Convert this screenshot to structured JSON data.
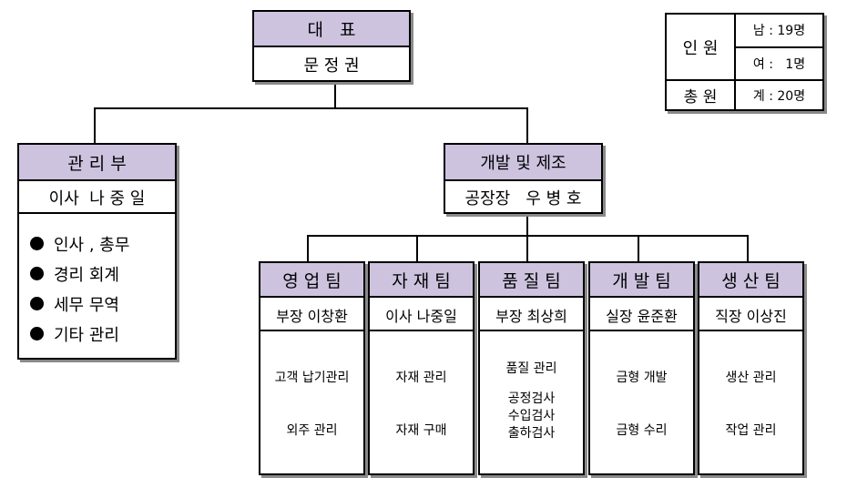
{
  "ceo": {
    "title": "대   표",
    "name": "문 정 권"
  },
  "admin": {
    "title": "관 리 부",
    "name": "이사  나 중 일",
    "duties": [
      "인사 , 총무",
      "경리 회계",
      "세무 무역",
      "기타 관리"
    ]
  },
  "dev": {
    "title": "개발 및 제조",
    "name": "공장장   우 병 호"
  },
  "teams": [
    {
      "title": "영 업 팀",
      "head": "부장 이창환",
      "duties": [
        "고객 납기관리",
        "외주 관리"
      ]
    },
    {
      "title": "자 재 팀",
      "head": "이사 나중일",
      "duties": [
        "자재 관리",
        "자재 구매"
      ]
    },
    {
      "title": "품 질 팀",
      "head": "부장 최상희",
      "duties": [
        "품질 관리",
        "공정검사",
        "수입검사",
        "출하검사"
      ]
    },
    {
      "title": "개 발 팀",
      "head": "실장 윤준환",
      "duties": [
        "금형 개발",
        "금형 수리"
      ]
    },
    {
      "title": "생 산 팀",
      "head": "직장 이상진",
      "duties": [
        "생산 관리",
        "작업 관리"
      ]
    }
  ],
  "stats": {
    "staff_label": "인 원",
    "total_label": "총 원",
    "male": "남 : 19명",
    "female": "여 :   1명",
    "total": "계 : 20명"
  }
}
